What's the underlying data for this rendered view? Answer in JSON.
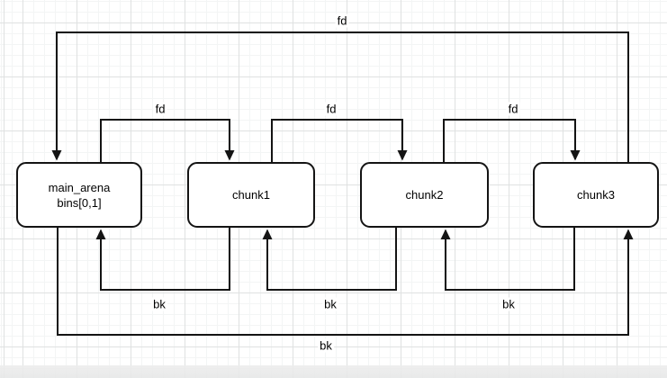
{
  "diagram": {
    "type": "doubly-linked-list",
    "description": "Circular doubly linked list of malloc bin chunks with fd/bk pointers",
    "nodes": [
      {
        "id": "main_arena",
        "lines": [
          "main_arena",
          "bins[0,1]"
        ]
      },
      {
        "id": "chunk1",
        "lines": [
          "chunk1"
        ]
      },
      {
        "id": "chunk2",
        "lines": [
          "chunk2"
        ]
      },
      {
        "id": "chunk3",
        "lines": [
          "chunk3"
        ]
      }
    ],
    "edges": [
      {
        "label": "fd",
        "from": "chunk3",
        "to": "main_arena",
        "route": "top-outer"
      },
      {
        "label": "fd",
        "from": "main_arena",
        "to": "chunk1",
        "route": "top-inner"
      },
      {
        "label": "fd",
        "from": "chunk1",
        "to": "chunk2",
        "route": "top-inner"
      },
      {
        "label": "fd",
        "from": "chunk2",
        "to": "chunk3",
        "route": "top-inner"
      },
      {
        "label": "bk",
        "from": "chunk1",
        "to": "main_arena",
        "route": "bottom-inner"
      },
      {
        "label": "bk",
        "from": "chunk2",
        "to": "chunk1",
        "route": "bottom-inner"
      },
      {
        "label": "bk",
        "from": "chunk3",
        "to": "chunk2",
        "route": "bottom-inner"
      },
      {
        "label": "bk",
        "from": "main_arena",
        "to": "chunk3",
        "route": "bottom-outer"
      }
    ]
  },
  "colors": {
    "stroke": "#141414",
    "node_fill": "#ffffff",
    "text": "#000000",
    "grid_minor": "#f3f5f5",
    "grid_major": "#dfe1e1",
    "canvas": "#ffffff",
    "footer_band": "#e9eaea"
  }
}
